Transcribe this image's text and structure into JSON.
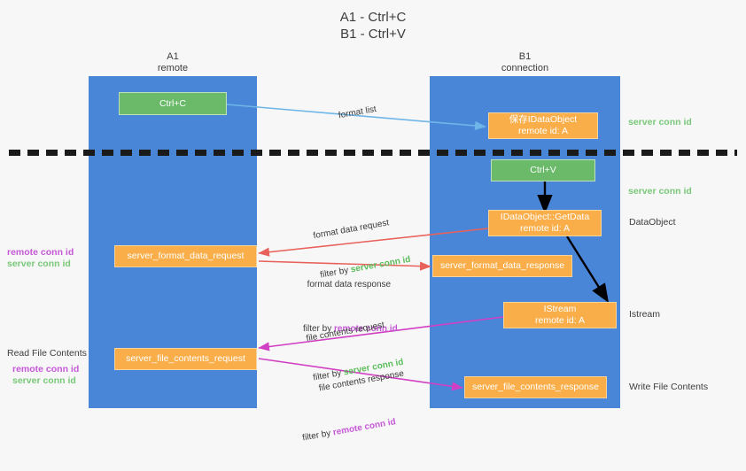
{
  "title": "A1 - Ctrl+C\nB1 - Ctrl+V",
  "lanes": [
    {
      "name": "A1",
      "sub": "remote"
    },
    {
      "name": "B1",
      "sub": "connection"
    }
  ],
  "lane_headers": {
    "left": "A1\nremote",
    "right": "B1\nconnection"
  },
  "colors": {
    "lane": "#4a86d8",
    "green_box": "#6aba6a",
    "orange_box": "#f9ae4a",
    "server_conn": "#79c879",
    "remote_conn": "#c558d6",
    "arrow_blue": "#6fb6e8",
    "arrow_red": "#e8615a",
    "arrow_magenta": "#d13fc4",
    "arrow_black": "#000000",
    "dash_line": "#1a1a1a"
  },
  "boxes": {
    "ctrl_c": {
      "line1": "Ctrl+C",
      "line2": ""
    },
    "save_idataobject": {
      "line1": "保存IDataObject",
      "line2": "remote id: A"
    },
    "ctrl_v": {
      "line1": "Ctrl+V",
      "line2": ""
    },
    "getdata": {
      "line1": "IDataObject::GetData",
      "line2": "remote id: A"
    },
    "server_format_data_request": {
      "line1": "server_format_data_request",
      "line2": ""
    },
    "server_format_data_response": {
      "line1": "server_format_data_response",
      "line2": ""
    },
    "istream": {
      "line1": "IStream",
      "line2": "remote id: A"
    },
    "server_file_contents_request": {
      "line1": "server_file_contents_request",
      "line2": ""
    },
    "server_file_contents_response": {
      "line1": "server_file_contents_response",
      "line2": ""
    }
  },
  "right_labels": {
    "server_conn_id_top": "server conn id",
    "server_conn_id_mid": "server conn id",
    "dataobject": "DataObject",
    "istream": "Istream",
    "write_file_contents": "Write File Contents"
  },
  "left_labels": {
    "remote_conn_id_1": "remote conn id",
    "server_conn_id_1": "server conn id",
    "read_file_contents": "Read File Contents",
    "remote_conn_id_2": "remote conn id",
    "server_conn_id_2": "server conn id"
  },
  "edges": {
    "format_list": {
      "text": "format list"
    },
    "format_data_request": {
      "line1": "format data request",
      "line2_prefix": "filter by ",
      "line2_highlight": "server conn id"
    },
    "format_data_response": {
      "line1": "format data response",
      "line2_prefix": "filter by ",
      "line2_highlight": "remote conn id"
    },
    "file_contents_request": {
      "line1": "file contents request",
      "line2_prefix": "filter by ",
      "line2_highlight": "server conn id"
    },
    "file_contents_response": {
      "line1": "file contents response",
      "line2_prefix": "filter by ",
      "line2_highlight": "remote conn id"
    }
  }
}
